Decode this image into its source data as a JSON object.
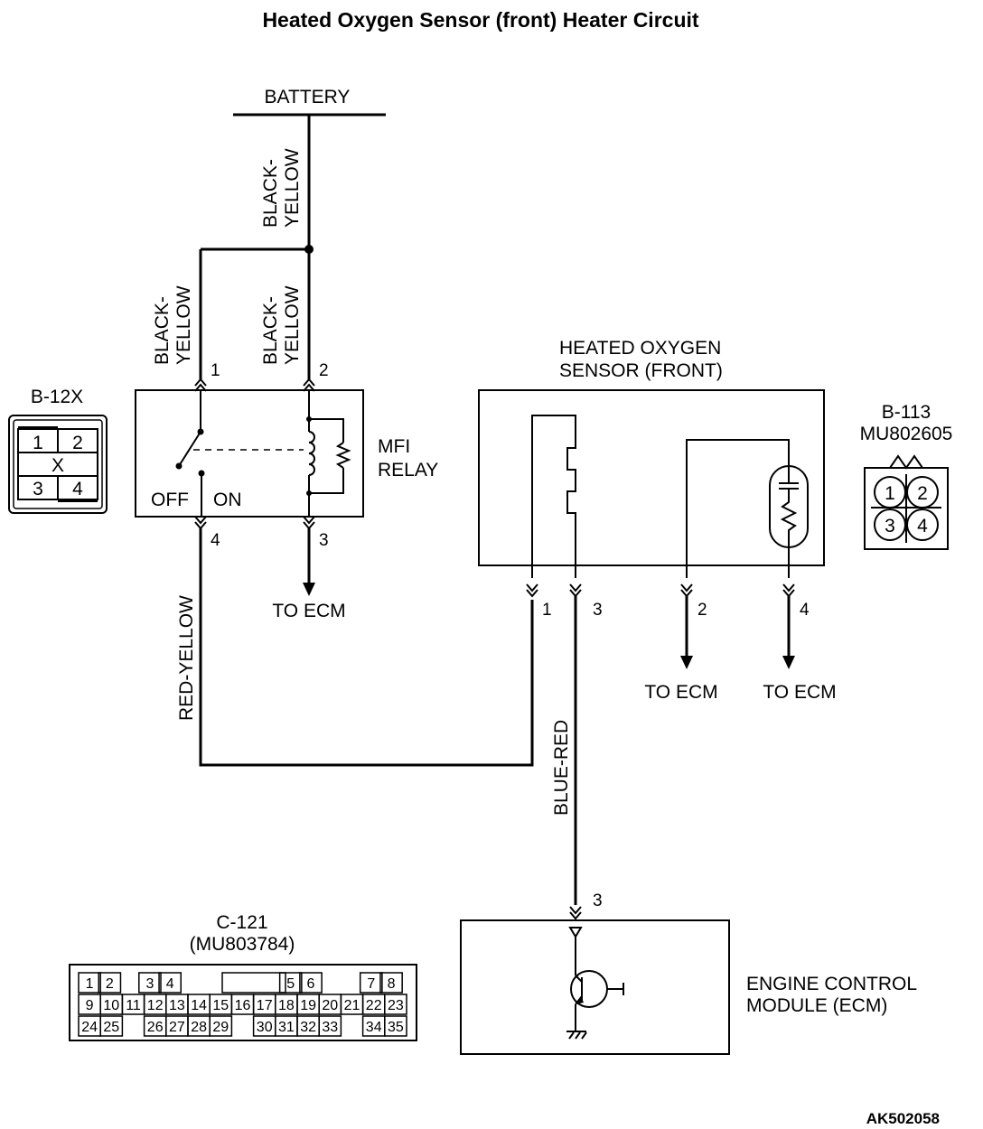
{
  "title": "Heated Oxygen Sensor (front)  Heater Circuit",
  "figure_id": "AK502058",
  "battery": "BATTERY",
  "wires": {
    "bat_black_yellow": [
      "BLACK-",
      "YELLOW"
    ],
    "relay1_black_yellow": [
      "BLACK-",
      "YELLOW"
    ],
    "relay2_black_yellow": [
      "BLACK-",
      "YELLOW"
    ],
    "red_yellow": "RED-YELLOW",
    "blue_red": "BLUE-RED"
  },
  "relay": {
    "name_line1": "MFI",
    "name_line2": "RELAY",
    "off": "OFF",
    "on": "ON",
    "pins": [
      "1",
      "2",
      "3",
      "4"
    ]
  },
  "b12x": {
    "label": "B-12X",
    "pins": [
      "1",
      "2",
      "3",
      "4"
    ],
    "mark": "X"
  },
  "sensor": {
    "name_line1": "HEATED OXYGEN",
    "name_line2": "SENSOR (FRONT)",
    "pins": [
      "1",
      "3",
      "2",
      "4"
    ]
  },
  "b113": {
    "label": "B-113",
    "part": "MU802605",
    "pins": [
      "1",
      "2",
      "3",
      "4"
    ]
  },
  "to_ecm": "TO ECM",
  "ecm": {
    "name_line1": "ENGINE CONTROL",
    "name_line2": "MODULE (ECM)",
    "pin": "3"
  },
  "c121": {
    "label": "C-121",
    "part": "(MU803784)",
    "row1": [
      "1",
      "2",
      "",
      "3",
      "4",
      "",
      "",
      "",
      "",
      "5",
      "6",
      "",
      "7",
      "8"
    ],
    "row2": [
      "9",
      "10",
      "11",
      "12",
      "13",
      "14",
      "15",
      "16",
      "17",
      "18",
      "19",
      "20",
      "21",
      "22",
      "23"
    ],
    "row3": [
      "24",
      "25",
      "",
      "26",
      "27",
      "28",
      "29",
      "",
      "30",
      "31",
      "32",
      "33",
      "",
      "34",
      "35"
    ]
  }
}
